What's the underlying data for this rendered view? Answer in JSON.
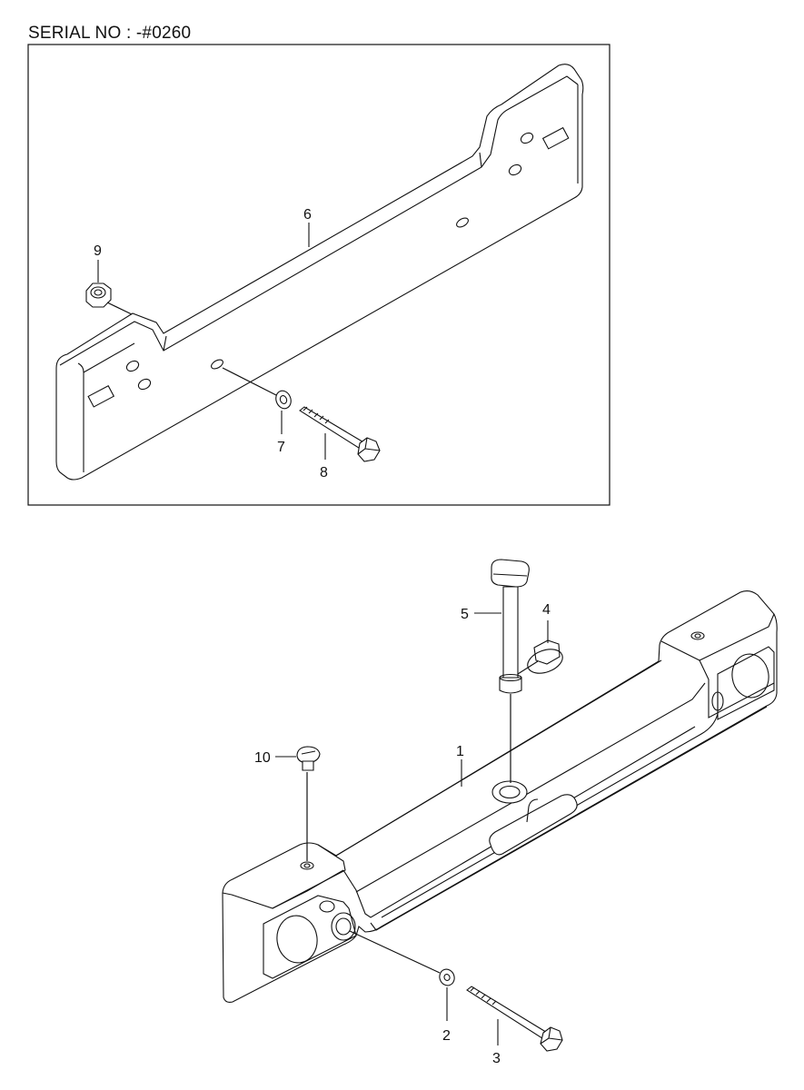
{
  "serial_label": "SERIAL NO : -#0260",
  "upper_callouts": {
    "part_6": "6",
    "part_7": "7",
    "part_8": "8",
    "part_9": "9"
  },
  "lower_callouts": {
    "part_1": "1",
    "part_2": "2",
    "part_3": "3",
    "part_4": "4",
    "part_5": "5",
    "part_10": "10"
  }
}
